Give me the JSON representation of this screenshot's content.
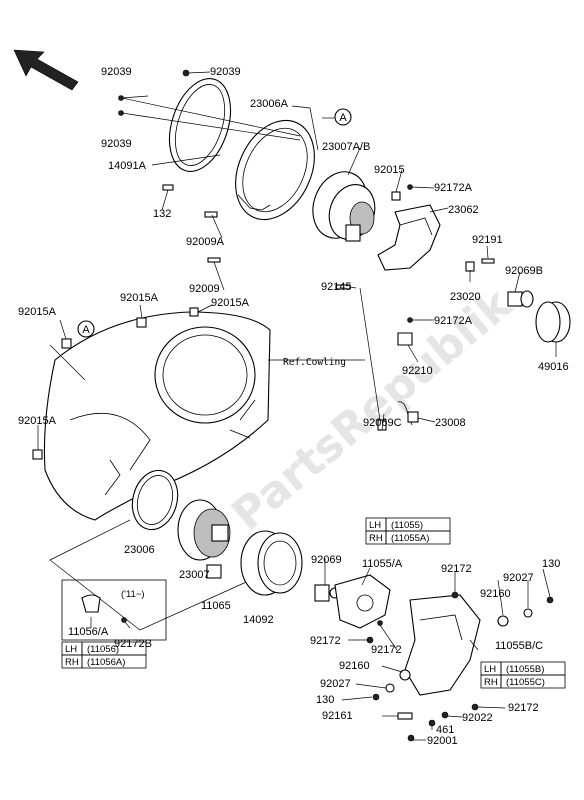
{
  "direction_arrow": "front-direction-arrow",
  "ref_label": "Ref.Cowling",
  "watermark": "PartsRepublik",
  "callouts": {
    "a1": "A",
    "a2": "A"
  },
  "year_note": "('11~)",
  "parts": [
    {
      "id": "p-92039-a",
      "text": "92039"
    },
    {
      "id": "p-92039-b",
      "text": "92039"
    },
    {
      "id": "p-92039-c",
      "text": "92039"
    },
    {
      "id": "p-23006a",
      "text": "23006A"
    },
    {
      "id": "p-23007ab",
      "text": "23007A/B"
    },
    {
      "id": "p-92015-top",
      "text": "92015"
    },
    {
      "id": "p-92172a-top",
      "text": "92172A"
    },
    {
      "id": "p-14091a",
      "text": "14091A"
    },
    {
      "id": "p-23062",
      "text": "23062"
    },
    {
      "id": "p-132",
      "text": "132"
    },
    {
      "id": "p-92009a",
      "text": "92009A"
    },
    {
      "id": "p-92191",
      "text": "92191"
    },
    {
      "id": "p-92069b",
      "text": "92069B"
    },
    {
      "id": "p-92009",
      "text": "92009"
    },
    {
      "id": "p-92015a-1",
      "text": "92015A"
    },
    {
      "id": "p-92015a-2",
      "text": "92015A"
    },
    {
      "id": "p-92015a-3",
      "text": "92015A"
    },
    {
      "id": "p-92145",
      "text": "92145"
    },
    {
      "id": "p-23020",
      "text": "23020"
    },
    {
      "id": "p-92172a-mid",
      "text": "92172A"
    },
    {
      "id": "p-92210",
      "text": "92210"
    },
    {
      "id": "p-49016",
      "text": "49016"
    },
    {
      "id": "p-92015a-4",
      "text": "92015A"
    },
    {
      "id": "p-92069c",
      "text": "92069C"
    },
    {
      "id": "p-23008",
      "text": "23008"
    },
    {
      "id": "p-23006",
      "text": "23006"
    },
    {
      "id": "p-23007",
      "text": "23007"
    },
    {
      "id": "p-11065",
      "text": "11065"
    },
    {
      "id": "p-14092",
      "text": "14092"
    },
    {
      "id": "p-92069",
      "text": "92069"
    },
    {
      "id": "p-11055a",
      "text": "11055/A"
    },
    {
      "id": "p-92172-1",
      "text": "92172"
    },
    {
      "id": "p-92027-1",
      "text": "92027"
    },
    {
      "id": "p-130-1",
      "text": "130"
    },
    {
      "id": "p-92160-1",
      "text": "92160"
    },
    {
      "id": "p-11055bc",
      "text": "11055B/C"
    },
    {
      "id": "p-92172-2",
      "text": "92172"
    },
    {
      "id": "p-92172-3",
      "text": "92172"
    },
    {
      "id": "p-92160-2",
      "text": "92160"
    },
    {
      "id": "p-92027-2",
      "text": "92027"
    },
    {
      "id": "p-130-2",
      "text": "130"
    },
    {
      "id": "p-92161",
      "text": "92161"
    },
    {
      "id": "p-461",
      "text": "461"
    },
    {
      "id": "p-92022",
      "text": "92022"
    },
    {
      "id": "p-92172-4",
      "text": "92172"
    },
    {
      "id": "p-92001",
      "text": "92001"
    },
    {
      "id": "p-11056a",
      "text": "11056/A"
    },
    {
      "id": "p-92172b",
      "text": "92172B"
    }
  ],
  "tables": [
    {
      "id": "tbl-11055",
      "rows": [
        {
          "side": "LH",
          "part": "(11055)"
        },
        {
          "side": "RH",
          "part": "(11055A)"
        }
      ]
    },
    {
      "id": "tbl-11055bc",
      "rows": [
        {
          "side": "LH",
          "part": "(11055B)"
        },
        {
          "side": "RH",
          "part": "(11055C)"
        }
      ]
    },
    {
      "id": "tbl-11056",
      "rows": [
        {
          "side": "LH",
          "part": "(11056)"
        },
        {
          "side": "RH",
          "part": "(11056A)"
        }
      ]
    }
  ]
}
